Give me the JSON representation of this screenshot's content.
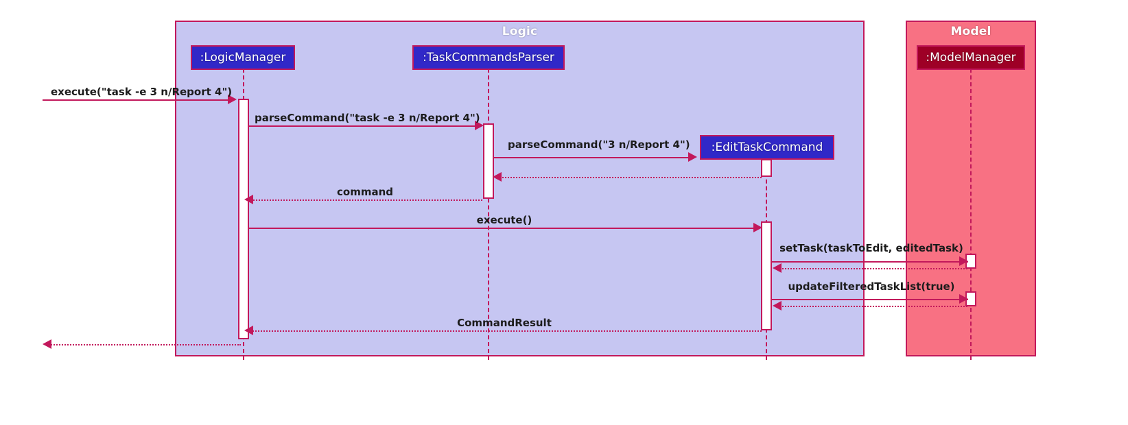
{
  "diagram": {
    "type": "uml-sequence-diagram",
    "colors": {
      "logic_frame_fill": "#c6c6f2",
      "model_frame_fill": "#f87183",
      "frame_border": "#c2185b",
      "participant_blue": "#3028c8",
      "participant_dark_red": "#9e0026",
      "line": "#c2185b",
      "label_text": "#1c1c1c",
      "title_text": "#ffffff"
    }
  },
  "frames": [
    {
      "name": "logic",
      "title": "Logic"
    },
    {
      "name": "model",
      "title": "Model"
    }
  ],
  "participants": [
    {
      "id": "logicManager",
      "label": ":LogicManager"
    },
    {
      "id": "taskCommandsParser",
      "label": ":TaskCommandsParser"
    },
    {
      "id": "editTaskCommand",
      "label": ":EditTaskCommand"
    },
    {
      "id": "modelManager",
      "label": ":ModelManager"
    }
  ],
  "messages": [
    {
      "id": "m1",
      "label": "execute(\"task -e 3 n/Report 4\")",
      "kind": "call",
      "from": "actor",
      "to": "logicManager"
    },
    {
      "id": "m2",
      "label": "parseCommand(\"task -e 3 n/Report 4\")",
      "kind": "call",
      "from": "logicManager",
      "to": "taskCommandsParser"
    },
    {
      "id": "m3",
      "label": "parseCommand(\"3 n/Report 4\")",
      "kind": "call",
      "from": "taskCommandsParser",
      "to": "editTaskCommand"
    },
    {
      "id": "m4",
      "label": "",
      "kind": "return",
      "from": "editTaskCommand",
      "to": "taskCommandsParser"
    },
    {
      "id": "m5",
      "label": "command",
      "kind": "return",
      "from": "taskCommandsParser",
      "to": "logicManager"
    },
    {
      "id": "m6",
      "label": "execute()",
      "kind": "call",
      "from": "logicManager",
      "to": "editTaskCommand"
    },
    {
      "id": "m7",
      "label": "setTask(taskToEdit, editedTask)",
      "kind": "call",
      "from": "editTaskCommand",
      "to": "modelManager"
    },
    {
      "id": "m8",
      "label": "",
      "kind": "return",
      "from": "modelManager",
      "to": "editTaskCommand"
    },
    {
      "id": "m9",
      "label": "updateFilteredTaskList(true)",
      "kind": "call",
      "from": "editTaskCommand",
      "to": "modelManager"
    },
    {
      "id": "m10",
      "label": "",
      "kind": "return",
      "from": "modelManager",
      "to": "editTaskCommand"
    },
    {
      "id": "m11",
      "label": "CommandResult",
      "kind": "return",
      "from": "editTaskCommand",
      "to": "logicManager"
    },
    {
      "id": "m12",
      "label": "",
      "kind": "return",
      "from": "logicManager",
      "to": "actor"
    }
  ]
}
